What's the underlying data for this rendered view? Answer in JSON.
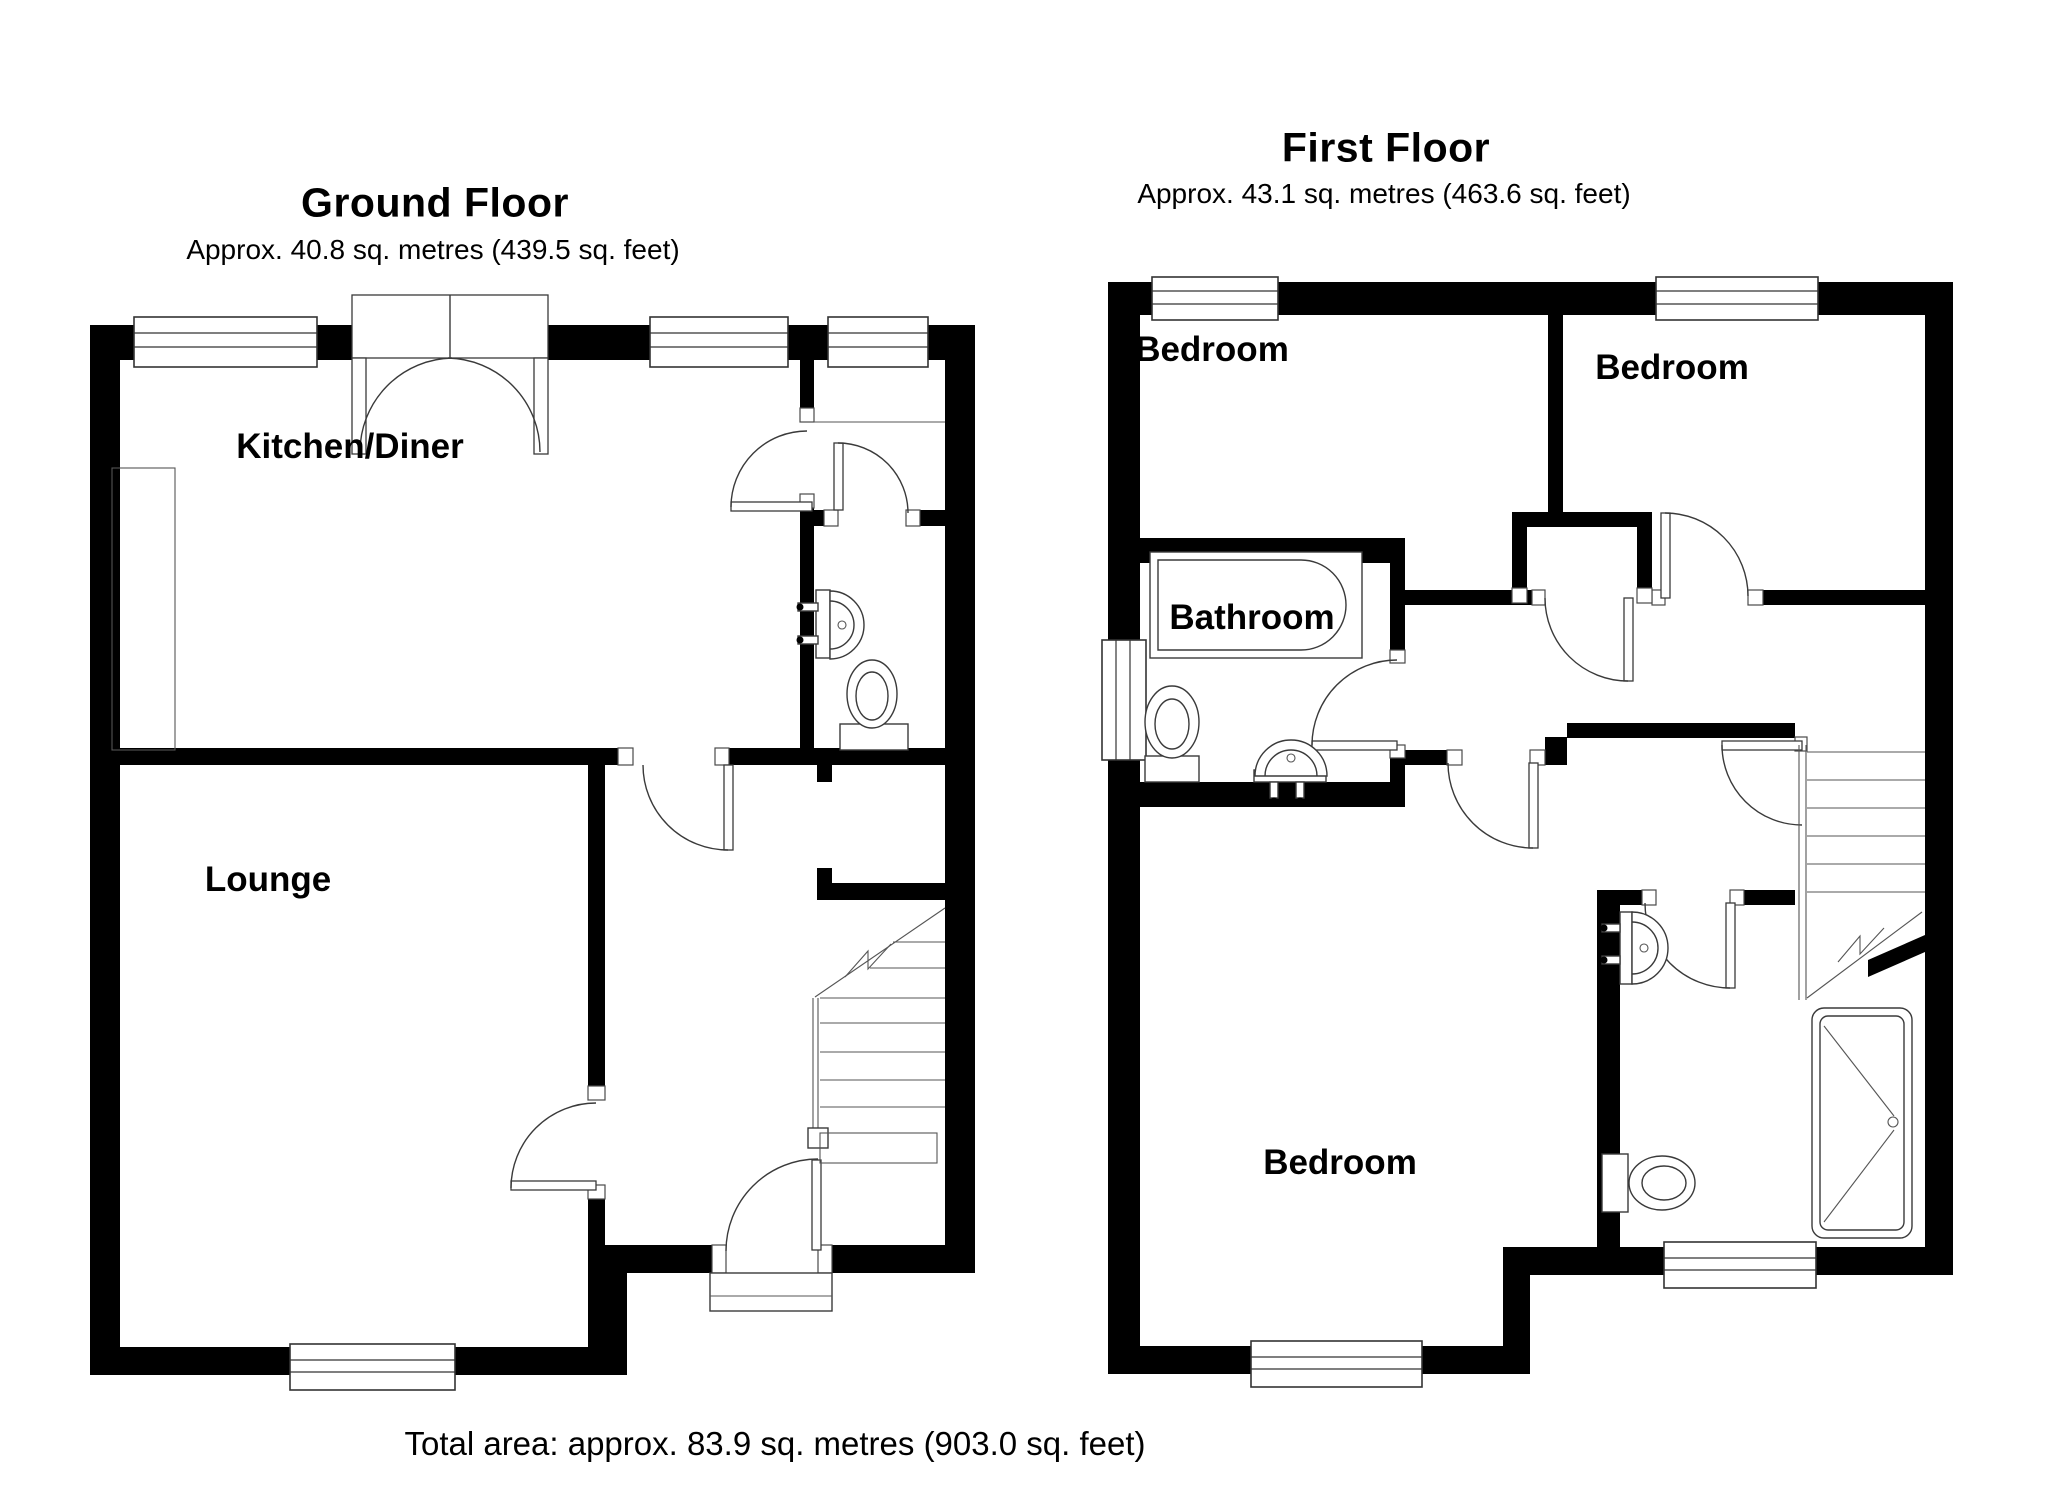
{
  "page": {
    "background": "#ffffff",
    "ink": "#000000",
    "line_color": "#3a3a3a"
  },
  "ground": {
    "title": "Ground Floor",
    "area": "Approx. 40.8 sq. metres (439.5 sq. feet)",
    "rooms": {
      "kitchen": "Kitchen/Diner",
      "lounge": "Lounge"
    },
    "features": [
      "french-doors",
      "wc-sink",
      "wc-toilet",
      "stairs-up",
      "front-door",
      "kitchen-counter"
    ]
  },
  "first": {
    "title": "First Floor",
    "area": "Approx. 43.1 sq. metres (463.6 sq. feet)",
    "rooms": {
      "bedroom1": "Bedroom",
      "bedroom2": "Bedroom",
      "bathroom": "Bathroom",
      "bedroom3": "Bedroom"
    },
    "features": [
      "bath-tub",
      "bathroom-sink",
      "bathroom-toilet",
      "airing-cupboard",
      "stairs-down",
      "ensuite-sink",
      "ensuite-toilet",
      "shower"
    ]
  },
  "total": {
    "label": "Total area: approx. 83.9 sq. metres (903.0 sq. feet)"
  }
}
